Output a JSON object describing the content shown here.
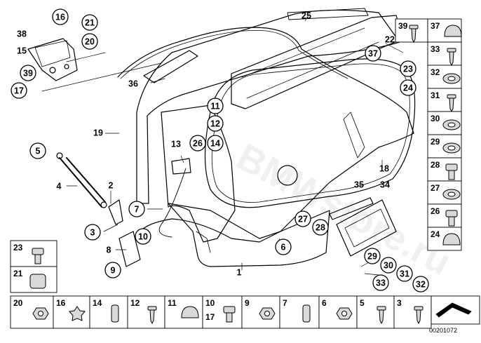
{
  "callouts": [
    {
      "label": "16",
      "circled": true
    },
    {
      "label": "38",
      "circled": false
    },
    {
      "label": "21",
      "circled": true
    },
    {
      "label": "15",
      "circled": false
    },
    {
      "label": "20",
      "circled": true
    },
    {
      "label": "39",
      "circled": true
    },
    {
      "label": "17",
      "circled": true
    },
    {
      "label": "36",
      "circled": false
    },
    {
      "label": "19",
      "circled": false
    },
    {
      "label": "5",
      "circled": true
    },
    {
      "label": "4",
      "circled": false
    },
    {
      "label": "2",
      "circled": false
    },
    {
      "label": "3",
      "circled": true
    },
    {
      "label": "7",
      "circled": true
    },
    {
      "label": "10",
      "circled": true
    },
    {
      "label": "8",
      "circled": false
    },
    {
      "label": "9",
      "circled": true
    },
    {
      "label": "13",
      "circled": false
    },
    {
      "label": "26",
      "circled": true
    },
    {
      "label": "14",
      "circled": true
    },
    {
      "label": "11",
      "circled": true
    },
    {
      "label": "12",
      "circled": true
    },
    {
      "label": "25",
      "circled": false
    },
    {
      "label": "22",
      "circled": false
    },
    {
      "label": "37",
      "circled": true
    },
    {
      "label": "23",
      "circled": true
    },
    {
      "label": "24",
      "circled": true
    },
    {
      "label": "18",
      "circled": false
    },
    {
      "label": "35",
      "circled": false
    },
    {
      "label": "34",
      "circled": false
    },
    {
      "label": "27",
      "circled": true
    },
    {
      "label": "28",
      "circled": true
    },
    {
      "label": "6",
      "circled": true
    },
    {
      "label": "1",
      "circled": false
    },
    {
      "label": "29",
      "circled": true
    },
    {
      "label": "30",
      "circled": true
    },
    {
      "label": "31",
      "circled": true
    },
    {
      "label": "32",
      "circled": true
    },
    {
      "label": "33",
      "circled": true
    }
  ],
  "right_column": [
    "39",
    "37",
    "33",
    "32",
    "31",
    "30",
    "29",
    "28",
    "27",
    "26",
    "24"
  ],
  "left_column": [
    "23",
    "21"
  ],
  "bottom_row": [
    "20",
    "16",
    "14",
    "12",
    "11",
    "10",
    "17",
    "9",
    "7",
    "6",
    "5",
    "3"
  ],
  "watermark": "BMWstore.ru",
  "diagram_id": "00201072"
}
